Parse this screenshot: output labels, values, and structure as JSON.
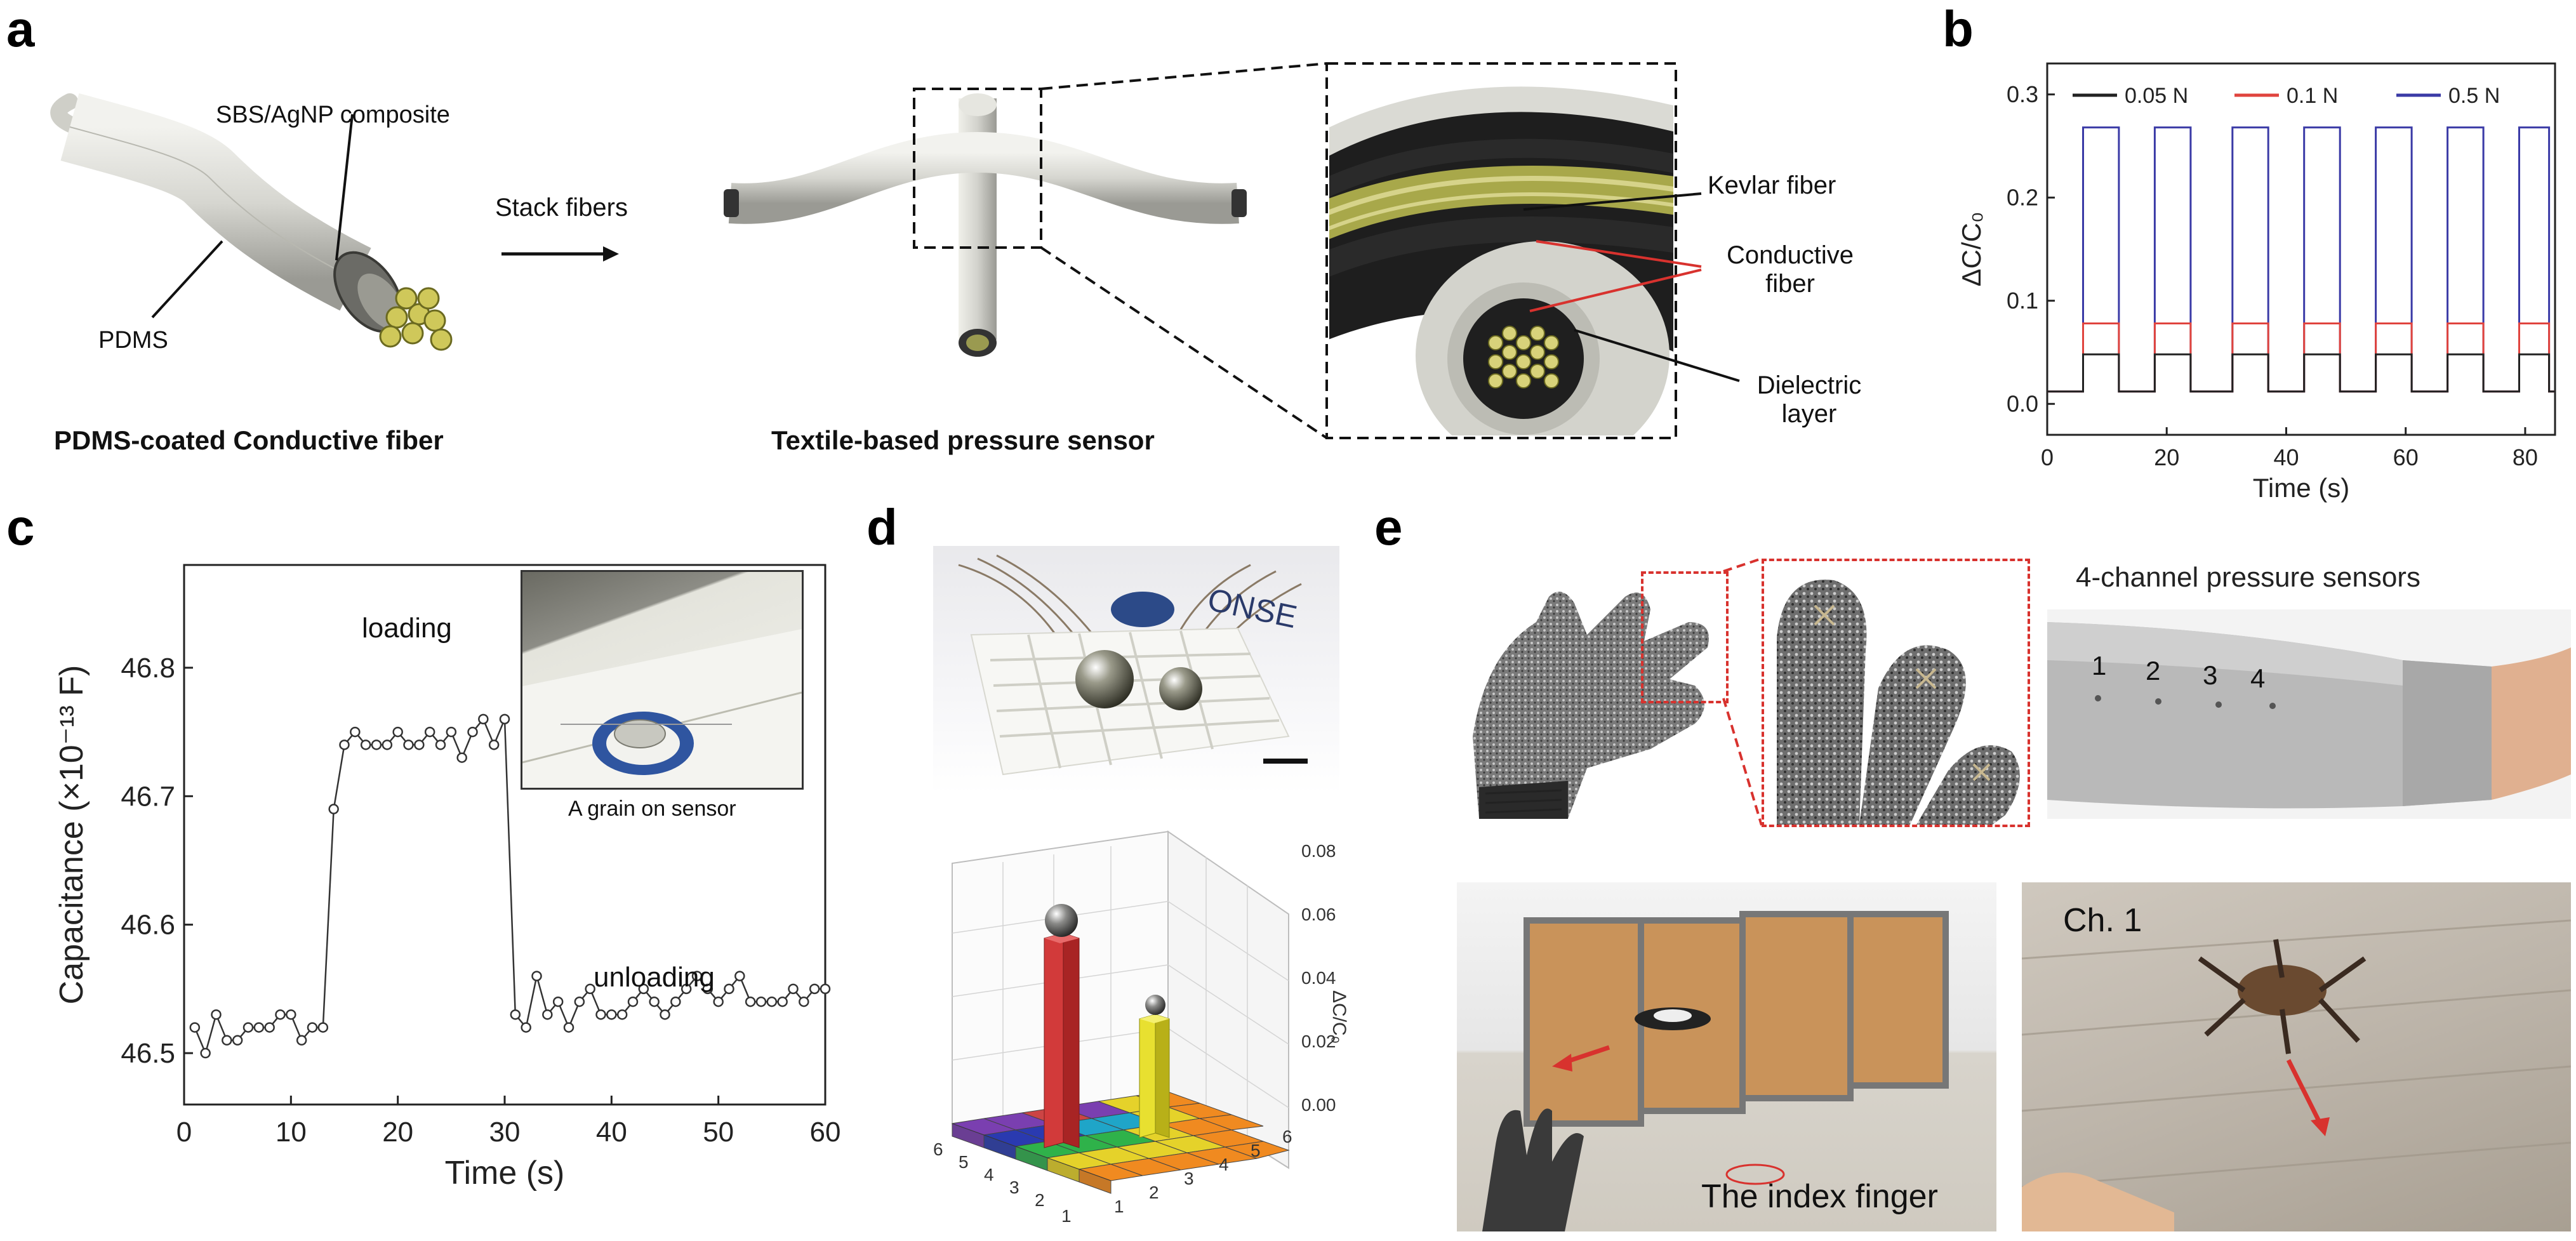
{
  "panel_labels": {
    "a": "a",
    "b": "b",
    "c": "c",
    "d": "d",
    "e": "e"
  },
  "panel_a": {
    "sbs_label": "SBS/AgNP composite",
    "pdms_label": "PDMS",
    "caption_fiber": "PDMS-coated Conductive fiber",
    "arrow_label": "Stack fibers",
    "caption_sensor": "Textile-based pressure sensor",
    "kevlar_label": "Kevlar fiber",
    "conductive_label_1": "Conductive",
    "conductive_label_2": "fiber",
    "dielectric_label_1": "Dielectric",
    "dielectric_label_2": "layer"
  },
  "panel_c_text": {
    "loading": "loading",
    "unloading": "unloading",
    "inset_caption": "A grain on sensor"
  },
  "panel_d_text": {
    "zlabel": "ΔC/C₀",
    "zticks": [
      "0.08",
      "0.06",
      "0.04",
      "0.02",
      "0.00"
    ],
    "xticks": [
      "6",
      "5",
      "4",
      "3",
      "2",
      "1"
    ],
    "yticks": [
      "1",
      "2",
      "3",
      "4",
      "5",
      "6"
    ]
  },
  "panel_e_text": {
    "sensors_label": "4-channel pressure sensors",
    "channel_nums": [
      "1",
      "2",
      "3",
      "4"
    ],
    "index_finger": "The index finger",
    "ch_label": "Ch. 1"
  },
  "chart_data": [
    {
      "id": "b",
      "type": "line",
      "xlabel": "Time (s)",
      "ylabel": "ΔC/C₀",
      "xlim": [
        0,
        85
      ],
      "ylim": [
        -0.03,
        0.33
      ],
      "xticks": [
        0,
        20,
        40,
        60,
        80
      ],
      "yticks": [
        0.0,
        0.1,
        0.2,
        0.3
      ],
      "legend_position": "top",
      "pulses": [
        [
          6,
          12
        ],
        [
          18,
          24
        ],
        [
          31,
          37
        ],
        [
          43,
          49
        ],
        [
          55,
          61
        ],
        [
          67,
          73
        ],
        [
          79,
          84
        ]
      ],
      "series": [
        {
          "name": "0.05 N",
          "color": "#222222",
          "base": 0.012,
          "high": 0.048
        },
        {
          "name": "0.1 N",
          "color": "#e0443e",
          "base": 0.012,
          "high": 0.078
        },
        {
          "name": "0.5 N",
          "color": "#3a3aa6",
          "base": 0.012,
          "high": 0.268
        }
      ]
    },
    {
      "id": "c",
      "type": "line",
      "xlabel": "Time (s)",
      "ylabel": "Capacitance (×10⁻¹³ F)",
      "xlim": [
        0,
        60
      ],
      "ylim": [
        46.46,
        46.88
      ],
      "xticks": [
        0,
        10,
        20,
        30,
        40,
        50,
        60
      ],
      "yticks": [
        46.5,
        46.6,
        46.7,
        46.8
      ],
      "x": [
        1,
        2,
        3,
        4,
        5,
        6,
        7,
        8,
        9,
        10,
        11,
        12,
        13,
        14,
        15,
        16,
        17,
        18,
        19,
        20,
        21,
        22,
        23,
        24,
        25,
        26,
        27,
        28,
        29,
        30,
        31,
        32,
        33,
        34,
        35,
        36,
        37,
        38,
        39,
        40,
        41,
        42,
        43,
        44,
        45,
        46,
        47,
        48,
        49,
        50,
        51,
        52,
        53,
        54,
        55,
        56,
        57,
        58,
        59,
        60
      ],
      "y": [
        46.52,
        46.5,
        46.53,
        46.51,
        46.51,
        46.52,
        46.52,
        46.52,
        46.53,
        46.53,
        46.51,
        46.52,
        46.52,
        46.69,
        46.74,
        46.75,
        46.74,
        46.74,
        46.74,
        46.75,
        46.74,
        46.74,
        46.75,
        46.74,
        46.75,
        46.73,
        46.75,
        46.76,
        46.74,
        46.76,
        46.53,
        46.52,
        46.56,
        46.53,
        46.54,
        46.52,
        46.54,
        46.55,
        46.53,
        46.53,
        46.53,
        46.54,
        46.55,
        46.54,
        46.53,
        46.54,
        46.55,
        46.56,
        46.55,
        46.54,
        46.55,
        46.56,
        46.54,
        46.54,
        46.54,
        46.54,
        46.55,
        46.54,
        46.55,
        46.55
      ]
    }
  ]
}
